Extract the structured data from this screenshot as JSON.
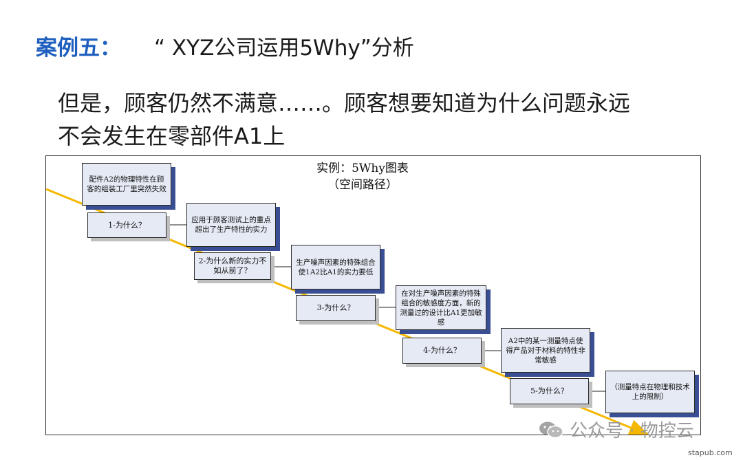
{
  "header": {
    "label": "案例五：",
    "title": "“ XYZ公司运用5Why”分析"
  },
  "subtitle": {
    "line1": "但是，顾客仍然不满意……。顾客想要知道为什么问题永远",
    "line2": "不会发生在零部件A1上"
  },
  "diagram": {
    "title_line1": "实例：5Why图表",
    "title_line2": "（空间路径）",
    "path_color": "#f5b800",
    "facts": [
      "配件A2的物理特性在顾客的组装工厂里突然失效",
      "应用于顾客测试上的重点超出了生产特性的实力",
      "生产噪声因素的特殊组合使1A2比A1的实力要低",
      "在对生产噪声因素的特殊组合的敏感度方面，新的测量过的设计比A1更加敏感",
      "A2中的某一测量特点使得产品对于材料的特性非常敏感",
      "（测量特点在物理和技术上的限制）"
    ],
    "whys": [
      "1-为什么？",
      "2-为什么新的实力不如从前了？",
      "3-为什么？",
      "4-为什么？",
      "5-为什么？"
    ]
  },
  "watermark": {
    "text": "公众号 · 物控云",
    "icon": "wechat-icon"
  },
  "site": "stapub.com"
}
